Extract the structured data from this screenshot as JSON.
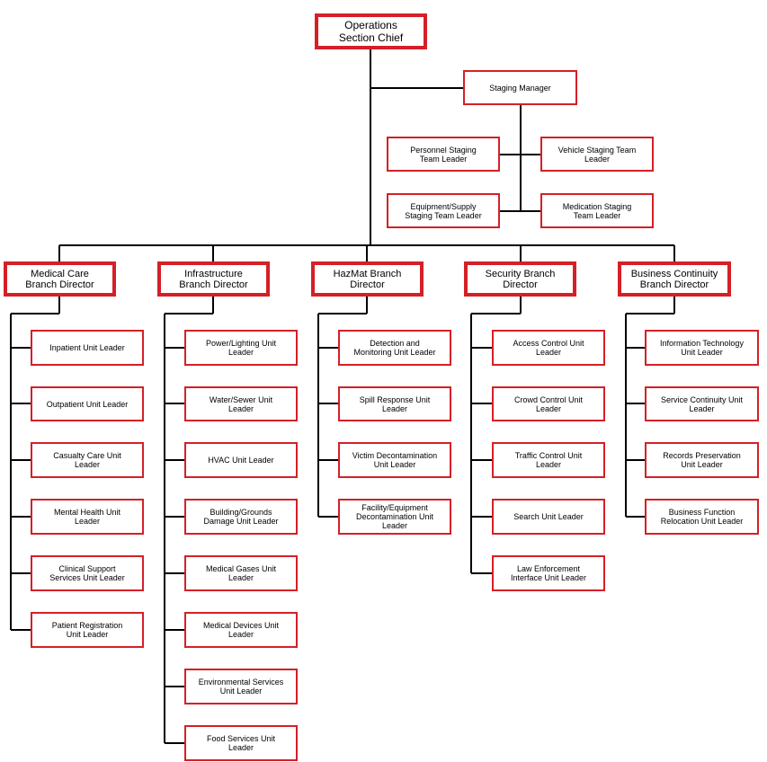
{
  "chief": {
    "label": "Operations\nSection Chief"
  },
  "staging": {
    "manager": "Staging Manager",
    "teams": [
      "Personnel Staging\nTeam Leader",
      "Vehicle Staging Team\nLeader",
      "Equipment/Supply\nStaging Team Leader",
      "Medication Staging\nTeam Leader"
    ]
  },
  "branches": [
    {
      "director": "Medical Care\nBranch Director",
      "units": [
        "Inpatient Unit Leader",
        "Outpatient Unit Leader",
        "Casualty Care Unit\nLeader",
        "Mental Health Unit\nLeader",
        "Clinical Support\nServices Unit Leader",
        "Patient Registration\nUnit Leader"
      ]
    },
    {
      "director": "Infrastructure\nBranch Director",
      "units": [
        "Power/Lighting Unit\nLeader",
        "Water/Sewer Unit\nLeader",
        "HVAC Unit Leader",
        "Building/Grounds\nDamage Unit Leader",
        "Medical Gases Unit\nLeader",
        "Medical Devices Unit\nLeader",
        "Environmental Services\nUnit Leader",
        "Food Services Unit\nLeader"
      ]
    },
    {
      "director": "HazMat Branch\nDirector",
      "units": [
        "Detection and\nMonitoring Unit Leader",
        "Spill Response Unit\nLeader",
        "Victim Decontamination\nUnit Leader",
        "Facility/Equipment\nDecontamination Unit\nLeader"
      ]
    },
    {
      "director": "Security Branch\nDirector",
      "units": [
        "Access Control Unit\nLeader",
        "Crowd Control Unit\nLeader",
        "Traffic Control Unit\nLeader",
        "Search Unit Leader",
        "Law Enforcement\nInterface Unit Leader"
      ]
    },
    {
      "director": "Business Continuity\nBranch Director",
      "units": [
        "Information Technology\nUnit Leader",
        "Service Continuity Unit\nLeader",
        "Records Preservation\nUnit Leader",
        "Business Function\nRelocation Unit Leader"
      ]
    }
  ]
}
